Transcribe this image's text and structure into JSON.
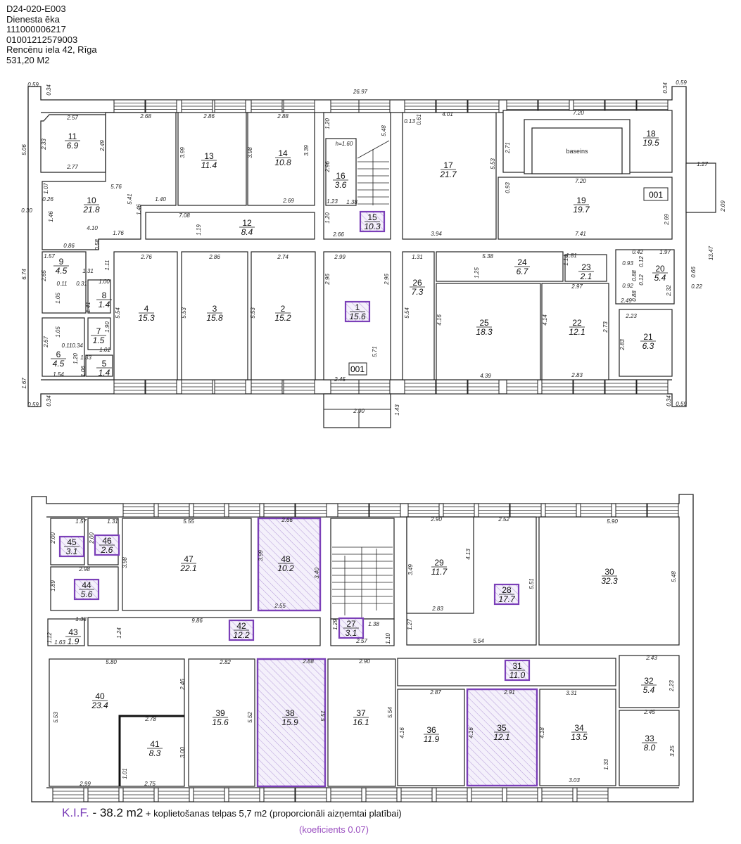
{
  "header": {
    "lines": [
      "D24-020-E003",
      "Dienesta ēka",
      "111000006217",
      "01001212579003",
      "Rencēnu iela 42, Rīga",
      "531,20 M2"
    ]
  },
  "accent_color": "#7b3fb8",
  "labels": {
    "pool": "baseins",
    "entrance_tag": "001",
    "stair_height": "h=1.60"
  },
  "rooms": [
    {
      "number": "1",
      "area": "15.6",
      "mark": "box"
    },
    {
      "number": "2",
      "area": "15.2",
      "mark": "none"
    },
    {
      "number": "3",
      "area": "15.8",
      "mark": "none"
    },
    {
      "number": "4",
      "area": "15.3",
      "mark": "none"
    },
    {
      "number": "5",
      "area": "1.4",
      "mark": "none"
    },
    {
      "number": "6",
      "area": "4.5",
      "mark": "none"
    },
    {
      "number": "7",
      "area": "1.5",
      "mark": "none"
    },
    {
      "number": "8",
      "area": "1.4",
      "mark": "none"
    },
    {
      "number": "9",
      "area": "4.5",
      "mark": "none"
    },
    {
      "number": "10",
      "area": "21.8",
      "mark": "none"
    },
    {
      "number": "11",
      "area": "6.9",
      "mark": "none"
    },
    {
      "number": "12",
      "area": "8.4",
      "mark": "none"
    },
    {
      "number": "13",
      "area": "11.4",
      "mark": "none"
    },
    {
      "number": "14",
      "area": "10.8",
      "mark": "none"
    },
    {
      "number": "15",
      "area": "10.3",
      "mark": "box"
    },
    {
      "number": "16",
      "area": "3.6",
      "mark": "none"
    },
    {
      "number": "17",
      "area": "21.7",
      "mark": "none"
    },
    {
      "number": "18",
      "area": "19.5",
      "mark": "none"
    },
    {
      "number": "19",
      "area": "19.7",
      "mark": "none"
    },
    {
      "number": "20",
      "area": "5.4",
      "mark": "none"
    },
    {
      "number": "21",
      "area": "6.3",
      "mark": "none"
    },
    {
      "number": "22",
      "area": "12.1",
      "mark": "none"
    },
    {
      "number": "23",
      "area": "2.1",
      "mark": "none"
    },
    {
      "number": "24",
      "area": "6.7",
      "mark": "none"
    },
    {
      "number": "25",
      "area": "18.3",
      "mark": "none"
    },
    {
      "number": "26",
      "area": "7.3",
      "mark": "none"
    },
    {
      "number": "27",
      "area": "3.1",
      "mark": "box"
    },
    {
      "number": "28",
      "area": "17.7",
      "mark": "box"
    },
    {
      "number": "29",
      "area": "11.7",
      "mark": "none"
    },
    {
      "number": "30",
      "area": "32.3",
      "mark": "none"
    },
    {
      "number": "31",
      "area": "11.0",
      "mark": "box"
    },
    {
      "number": "32",
      "area": "5.4",
      "mark": "none"
    },
    {
      "number": "33",
      "area": "8.0",
      "mark": "none"
    },
    {
      "number": "34",
      "area": "13.5",
      "mark": "none"
    },
    {
      "number": "35",
      "area": "12.1",
      "mark": "hatched"
    },
    {
      "number": "36",
      "area": "11.9",
      "mark": "none"
    },
    {
      "number": "37",
      "area": "16.1",
      "mark": "none"
    },
    {
      "number": "38",
      "area": "15.9",
      "mark": "hatched"
    },
    {
      "number": "39",
      "area": "15.6",
      "mark": "none"
    },
    {
      "number": "40",
      "area": "23.4",
      "mark": "none"
    },
    {
      "number": "41",
      "area": "8.3",
      "mark": "none"
    },
    {
      "number": "42",
      "area": "12.2",
      "mark": "box"
    },
    {
      "number": "43",
      "area": "1.9",
      "mark": "none"
    },
    {
      "number": "44",
      "area": "5.6",
      "mark": "box"
    },
    {
      "number": "45",
      "area": "3.1",
      "mark": "box"
    },
    {
      "number": "46",
      "area": "2.6",
      "mark": "box"
    },
    {
      "number": "47",
      "area": "22.1",
      "mark": "none"
    },
    {
      "number": "48",
      "area": "10.2",
      "mark": "hatched"
    }
  ],
  "dimensions": [
    "0.59",
    "0.34",
    "26.97",
    "0.34",
    "0.59",
    "2.57",
    "2.77",
    "2.33",
    "2.49",
    "2.68",
    "2.86",
    "2.88",
    "5.06",
    "1.07",
    "0.26",
    "5.76",
    "5.41",
    "1.40",
    "0.30",
    "1.46",
    "1.46",
    "4.10",
    "1.76",
    "7.08",
    "1.19",
    "2.69",
    "3.99",
    "3.98",
    "3.39",
    "1.20",
    "5.48",
    "2.96",
    "1.23",
    "1.38",
    "1.20",
    "2.66",
    "0.86",
    "0.58",
    "1.57",
    "2.65",
    "1.31",
    "0.11",
    "0.31",
    "1.11",
    "1.05",
    "1.00",
    "1.41",
    "5.54",
    "2.76",
    "2.86",
    "2.74",
    "5.53",
    "5.53",
    "2.67",
    "1.05",
    "0.11",
    "0.34",
    "1.90",
    "1.01",
    "1.20",
    "1.33",
    "1.06",
    "1.54",
    "6.74",
    "1.67",
    "0.59",
    "0.34",
    "2.99",
    "2.96",
    "2.96",
    "5.71",
    "2.45",
    "1.43",
    "2.90",
    "0.13",
    "0.61",
    "4.01",
    "5.53",
    "3.94",
    "7.20",
    "2.71",
    "0.93",
    "7.20",
    "7.41",
    "2.69",
    "1.27",
    "2.09",
    "13.47",
    "1.31",
    "5.38",
    "1.25",
    "1.14",
    "1.81",
    "0.42",
    "1.97",
    "0.93",
    "0.12",
    "0.88",
    "0.12",
    "0.92",
    "0.88",
    "2.49",
    "2.32",
    "0.66",
    "0.22",
    "2.97",
    "5.54",
    "4.16",
    "4.14",
    "2.73",
    "2.23",
    "2.83",
    "4.39",
    "2.83",
    "0.34",
    "0.59",
    "1.57",
    "1.31",
    "2.00",
    "2.00",
    "2.98",
    "1.89",
    "1.38",
    "1.12",
    "1.63",
    "5.55",
    "3.98",
    "2.66",
    "3.99",
    "3.40",
    "2.55",
    "9.86",
    "1.24",
    "1.29",
    "1.38",
    "2.57",
    "1.10",
    "5.80",
    "2.46",
    "2.78",
    "5.53",
    "3.00",
    "1.01",
    "2.99",
    "2.75",
    "2.82",
    "5.52",
    "2.88",
    "5.51",
    "2.90",
    "5.54",
    "2.90",
    "2.52",
    "3.49",
    "4.13",
    "2.83",
    "5.51",
    "1.27",
    "5.54",
    "5.90",
    "5.48",
    "2.87",
    "2.91",
    "3.31",
    "4.16",
    "4.16",
    "4.18",
    "1.33",
    "3.03",
    "2.43",
    "2.23",
    "2.45",
    "3.25"
  ],
  "footer": {
    "kif_label": "K.I.F.",
    "kif_value": " - 38.2 m2",
    "shared_text": " + koplietošanas telpas 5,7 m2 (proporcionāli aizņemtai platībai)",
    "coefficient": "(koeficients 0.07)"
  }
}
